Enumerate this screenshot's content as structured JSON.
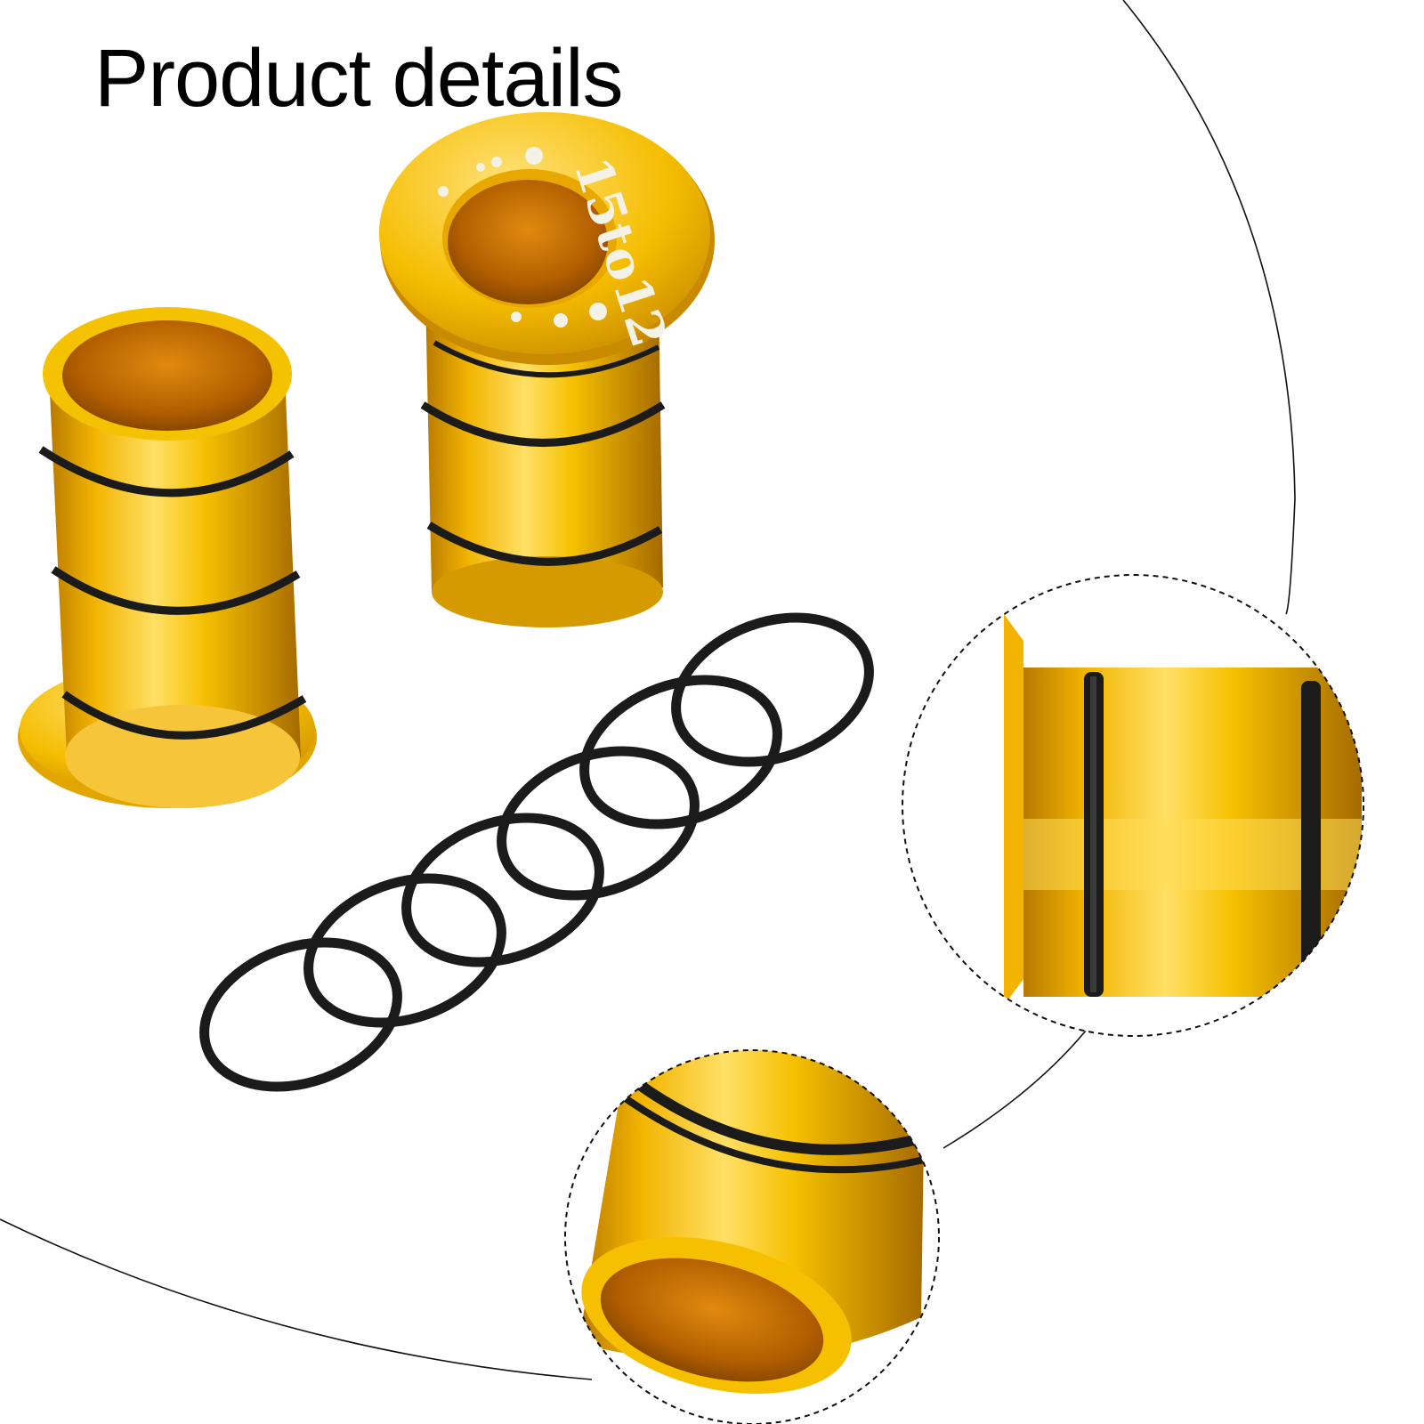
{
  "page": {
    "title": "Product details"
  },
  "product": {
    "flange_marking": "15to12",
    "parts": [
      "adapter-sleeve",
      "adapter-sleeve",
      "o-ring",
      "o-ring",
      "o-ring",
      "o-ring",
      "o-ring",
      "o-ring"
    ],
    "ring_count": 6,
    "detail_views": [
      "flange-side-closeup",
      "sleeve-end-closeup"
    ]
  },
  "colors": {
    "gold_light": "#ffd84a",
    "gold_mid": "#f2b400",
    "gold_dark": "#b87a00",
    "interior": "#c96e00",
    "ring": "#1b1b1b",
    "background": "#ffffff",
    "outline": "#111111"
  }
}
